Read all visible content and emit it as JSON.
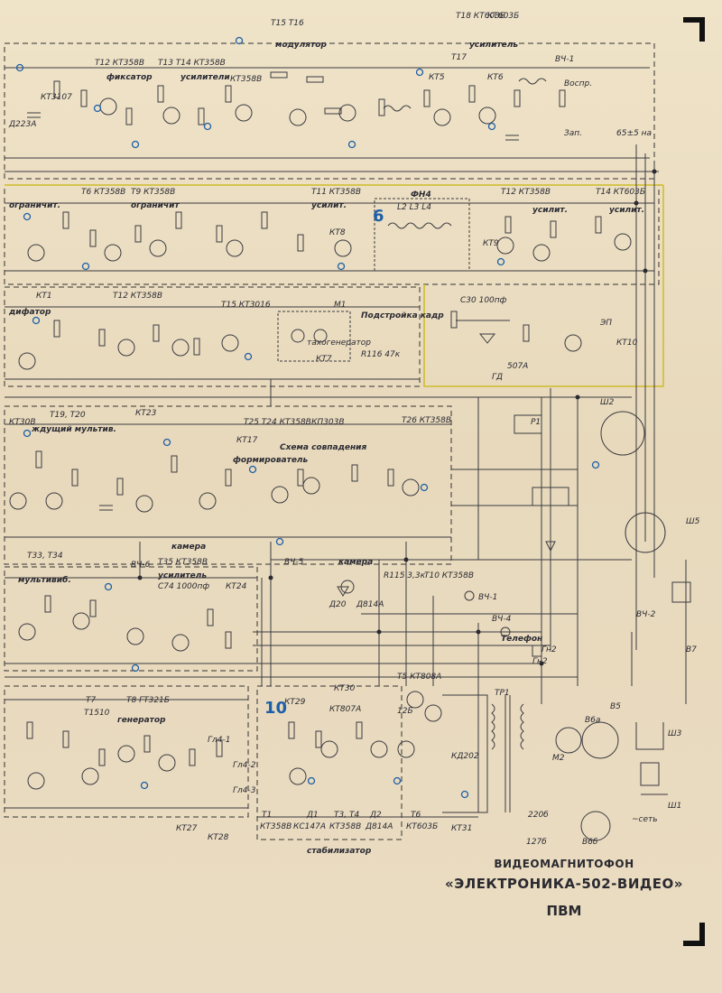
{
  "title": {
    "line1": "ВИДЕОМАГНИТОФОН",
    "line2": "«ЭЛЕКТРОНИКА-502-ВИДЕО»",
    "line3": "ПВМ"
  },
  "blocks": {
    "b1": {
      "name": "модулятор",
      "top": "Т15 Т16"
    },
    "b2": {
      "name": "усилитель",
      "top": "Т18 КТ603Б"
    },
    "b3": {
      "name": "фиксатор",
      "top": "Т12 КТ358В"
    },
    "b4": {
      "name": "усилители",
      "top": "Т13 Т14 КТ358В"
    },
    "b5": {
      "name": "ограничит.",
      "top": "Т6 КТ358В"
    },
    "b6": {
      "name": "ограничит",
      "top": "Т9 КТ358В"
    },
    "b7": {
      "name": "усилит.",
      "top": "Т11 КТ358В"
    },
    "b8": {
      "name": "ФН4",
      "top": "L2 L3 L4"
    },
    "b9": {
      "name": "усилит.",
      "top": "Т12 КТ358В"
    },
    "b10": {
      "name": "усилит.",
      "top": "Т14 КТ603Б"
    },
    "b11": {
      "name": "дифатор",
      "top": "Т12 КТ358В"
    },
    "b12": {
      "name": "Подстройка кадр",
      "top": "М1"
    },
    "b13": {
      "name": "ждущий мультив.",
      "top": "Т19, Т20"
    },
    "b14": {
      "name": "Схема совпадения",
      "top": "Т25 Т24 КТ358В"
    },
    "b15": {
      "name": "формирователь",
      "top": "КТ17"
    },
    "b16": {
      "name": "камера",
      "top": "ВЧ-6"
    },
    "b17": {
      "name": "мультивиб.",
      "top": "Т33, Т34"
    },
    "b18": {
      "name": "усилитель",
      "top": "Т35 КТ358В"
    },
    "b19": {
      "name": "генератор",
      "top": "Т8 ГТ321Б"
    },
    "b20": {
      "name": "стабилизатор",
      "top": "Т5 КТ808А"
    },
    "b21": {
      "name": "камера",
      "top": "Т10 КТ358В"
    },
    "b22": {
      "name": "Телефон",
      "top": "Гн2"
    }
  },
  "parts": {
    "p1": "КТ3107",
    "p2": "КТ358В",
    "p3": "Д223А",
    "p4": "КТ603Б",
    "p5": "ВЧ-1",
    "p6": "Т17",
    "p7": "КТ5",
    "p8": "КТ6",
    "p9": "Воспр.",
    "p10": "Зап.",
    "p11": "65±5 на",
    "p12": "КТ8",
    "p13": "КТ9",
    "p14": "КТ10",
    "p15": "Ш2",
    "p16": "Р1",
    "p17": "Ш5",
    "p18": "ВЧ-5",
    "p19": "Д814А",
    "p20": "Д20",
    "p21": "R115 3,3к",
    "p22": "ВЧ-1",
    "p23": "ВЧ-4",
    "p24": "Гн2",
    "p25": "ВЧ-2",
    "p26": "В7",
    "p27": "ТР1",
    "p28": "В5",
    "p29": "В6а",
    "p30": "В6б",
    "p31": "М2",
    "p32": "Ш3",
    "p33": "Ш1",
    "p34": "~сеть",
    "p35": "220б",
    "p36": "127б",
    "p37": "КТ27",
    "p38": "КТ28",
    "p39": "КТ29",
    "p40": "КТ31",
    "p41": "КТ30",
    "p42": "КС147А",
    "p43": "КТ807А",
    "p44": "Д814А",
    "p45": "КТ603Б",
    "p46": "Т1",
    "p47": "Д1",
    "p48": "Т3, Т4",
    "p49": "Д2",
    "p50": "Т6",
    "p51": "КТ358В",
    "p52": "КТ358В",
    "p53": "12Б",
    "p54": "КД202",
    "p55": "Гл4-1",
    "p56": "Гл4-2",
    "p57": "Гл4-3",
    "p58": "Т7",
    "p59": "Т1510",
    "p60": "С30 100пф",
    "p61": "Т15 КТ3016",
    "p62": "тахогенератор",
    "p63": "ЭП",
    "p64": "КТ7",
    "p65": "КТ1",
    "p66": "R116 47к",
    "p67": "С74 1000пф",
    "p68": "КТ24",
    "p69": "КТ23",
    "p70": "КП303В",
    "p71": "Т26 КТ358В",
    "p72": "КТ30В",
    "p73": "ГД",
    "p74": "507А"
  },
  "numbers": {
    "n6": "6",
    "n10": "10"
  },
  "colors": {
    "paper": "#e9dcc0",
    "ink": "#2a2a33",
    "annotation": "#1d5fa8",
    "accent": "#d4c23a"
  }
}
